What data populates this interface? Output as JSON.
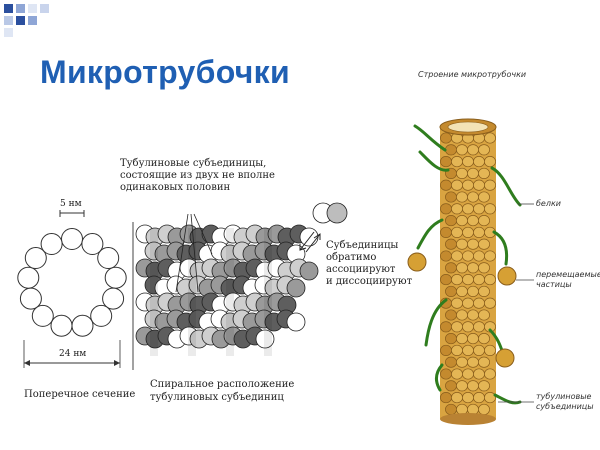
{
  "title": "Микротрубочки",
  "left_diagram": {
    "size_5nm": "5 нм",
    "size_24nm": "24 нм",
    "cross_section": "Поперечное сечение",
    "subunits_caption": "Тубулиновые субъединицы,\nсостоящие из двух не вполне\nодинаковых половин",
    "reversible_caption": "Субъединицы\nобратимо\nассоциируют\nи диссоциируют",
    "spiral_caption": "Спиральное расположение\nтубулиновых субъединиц"
  },
  "right_diagram": {
    "title": "Строение микротрубочки",
    "proteins": "белки",
    "moving_particles": "перемещаемые\nчастицы",
    "tubulin_subunits": "тубулиновые\nсубъединицы"
  },
  "colors": {
    "title": "#1f5fb3",
    "tube": "#d9a441",
    "tube_dark": "#a8752a",
    "protein": "#2f7d1e",
    "corner_blue": "#2b4f9e"
  }
}
